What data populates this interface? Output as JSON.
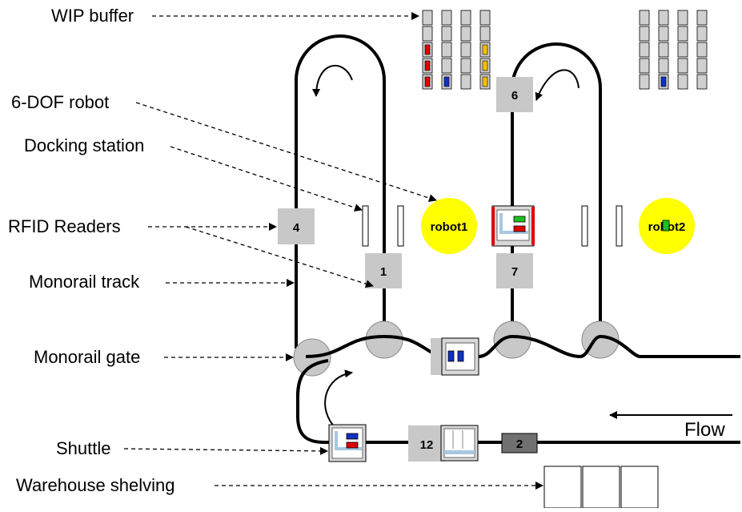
{
  "labels": {
    "wip_buffer": "WIP buffer",
    "robot_6dof": "6-DOF robot",
    "docking_station": "Docking station",
    "rfid_readers": "RFID Readers",
    "monorail_track": "Monorail track",
    "monorail_gate": "Monorail gate",
    "shuttle": "Shuttle",
    "warehouse_shelving": "Warehouse shelving",
    "flow": "Flow"
  },
  "robots": {
    "robot1": "robot1",
    "robot2": "robot2"
  },
  "rfid_readers": {
    "r1": "1",
    "r4": "4",
    "r6": "6",
    "r7": "7",
    "r12": "12"
  },
  "shuttle_id": "2",
  "colors": {
    "track": "#000000",
    "rfid_reader": "#c8c8c8",
    "robot": "#ffff00",
    "gate": "#c8c8c8",
    "buffer_cell": "#d0d0d0",
    "part_red": "#e00000",
    "part_blue": "#1030c0",
    "part_yellow": "#f0c000",
    "part_green": "#20c020",
    "shuttle_frame": "#a8c8e0",
    "dark_shuttle": "#707070"
  },
  "buffers": {
    "buffer1_parts": [
      {
        "col": 0,
        "row": 2,
        "color": "red"
      },
      {
        "col": 0,
        "row": 3,
        "color": "red"
      },
      {
        "col": 0,
        "row": 4,
        "color": "red"
      },
      {
        "col": 1,
        "row": 4,
        "color": "blue"
      },
      {
        "col": 3,
        "row": 2,
        "color": "yellow"
      },
      {
        "col": 3,
        "row": 3,
        "color": "yellow"
      },
      {
        "col": 3,
        "row": 4,
        "color": "yellow"
      }
    ],
    "buffer2_parts": [
      {
        "col": 1,
        "row": 4,
        "color": "blue"
      }
    ]
  }
}
